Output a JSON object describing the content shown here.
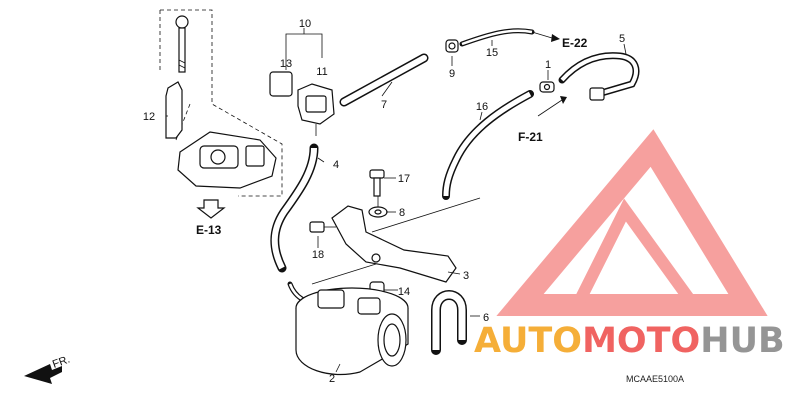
{
  "diagram": {
    "parts": [
      {
        "num": "1"
      },
      {
        "num": "2"
      },
      {
        "num": "3"
      },
      {
        "num": "4"
      },
      {
        "num": "5"
      },
      {
        "num": "6"
      },
      {
        "num": "7"
      },
      {
        "num": "8"
      },
      {
        "num": "9"
      },
      {
        "num": "10"
      },
      {
        "num": "11"
      },
      {
        "num": "12"
      },
      {
        "num": "13"
      },
      {
        "num": "14"
      },
      {
        "num": "15"
      },
      {
        "num": "16"
      },
      {
        "num": "17"
      },
      {
        "num": "18"
      }
    ],
    "refs": {
      "e22": "E-22",
      "f21": "F-21",
      "e13": "E-13"
    },
    "front_label": "FR.",
    "code": "MCAAE5100A"
  },
  "watermark": {
    "part1": "AUTO",
    "part2": "MOTO",
    "part3": "HUB",
    "colors": {
      "orange": "#f5a623",
      "red": "#ef5350",
      "gray": "#8a8a8a"
    }
  }
}
